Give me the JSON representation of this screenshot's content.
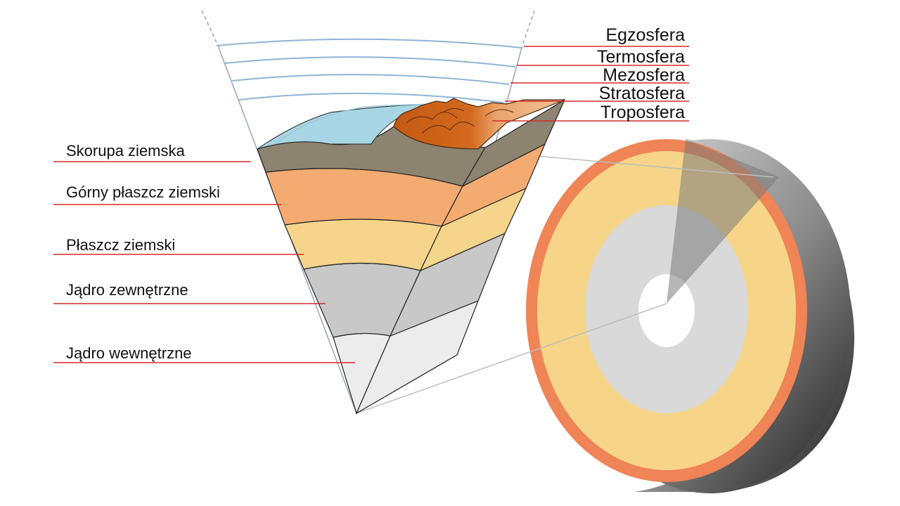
{
  "labels": {
    "egzosfera": "Egzosfera",
    "termosfera": "Termosfera",
    "mezosfera": "Mezosfera",
    "stratosfera": "Stratosfera",
    "troposfera": "Troposfera",
    "skorupa": "Skorupa ziemska",
    "gorny_plaszcz": "Górny płaszcz ziemski",
    "plaszcz": "Płaszcz ziemski",
    "jadro_zewnetrzne": "Jądro zewnętrzne",
    "jadro_wewnetrzne": "Jądro wewnętrzne"
  },
  "colors": {
    "leader_line": "#d42a2a",
    "atmosphere_line": "#8fb4d4",
    "ocean": "#a9d6e5",
    "crust": "#8c8370",
    "upper_mantle": "#f4ab72",
    "mantle": "#f5d58c",
    "outer_core": "#c8c8c8",
    "inner_core": "#ececec",
    "globe_outer_ring": "#ef8456",
    "globe_mantle": "#f6d589",
    "globe_outer_core": "#d9d9d9",
    "globe_inner_core": "#ffffff",
    "mountains": "#c8621a"
  }
}
